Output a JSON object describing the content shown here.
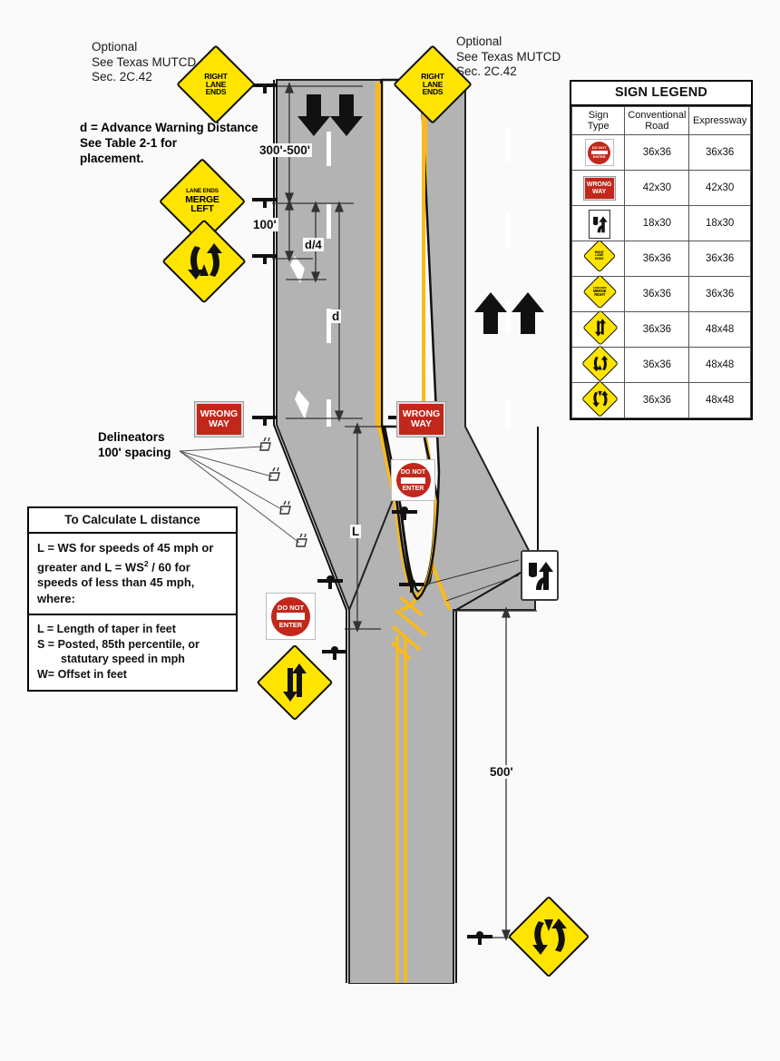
{
  "notes": {
    "optional_left": "Optional\nSee Texas MUTCD\nSec. 2C.42",
    "optional_right": "Optional\nSee Texas MUTCD\nSec. 2C.42",
    "advance_warning": "d = Advance Warning Distance\n    See Table 2-1 for\n    placement.",
    "delineators": "Delineators\n100' spacing"
  },
  "dimensions": {
    "d300_500": "300'-500'",
    "d100": "100'",
    "d_quarter": "d/4",
    "d": "d",
    "L": "L",
    "d500": "500'"
  },
  "calc_box": {
    "title": "To Calculate L distance",
    "formula_pre": "L = WS for speeds of 45 mph or greater and L = WS",
    "formula_sup": "2",
    "formula_post": " / 60 for speeds of less than 45 mph, where:",
    "defs": [
      "L = Length of taper in feet",
      "S = Posted, 85th percentile, or",
      "statutary speed in mph",
      "W= Offset in feet"
    ]
  },
  "legend": {
    "title": "SIGN LEGEND",
    "headers": [
      "Sign\nType",
      "Conventional\nRoad",
      "Expressway"
    ],
    "header_type_l1": "Sign",
    "header_type_l2": "Type",
    "header_conv_l1": "Conventional",
    "header_conv_l2": "Road",
    "header_expw": "Expressway",
    "rows": [
      {
        "icon": "do-not-enter-sign",
        "conventional": "36x36",
        "expressway": "36x36"
      },
      {
        "icon": "wrong-way-sign",
        "conventional": "42x30",
        "expressway": "42x30"
      },
      {
        "icon": "keep-right-sign",
        "conventional": "18x30",
        "expressway": "18x30"
      },
      {
        "icon": "right-lane-ends-sign",
        "conventional": "36x36",
        "expressway": "36x36"
      },
      {
        "icon": "lane-ends-merge-right-sign",
        "conventional": "36x36",
        "expressway": "36x36"
      },
      {
        "icon": "two-way-traffic-sign",
        "conventional": "36x36",
        "expressway": "48x48"
      },
      {
        "icon": "divided-highway-begins-sign",
        "conventional": "36x36",
        "expressway": "48x48"
      },
      {
        "icon": "divided-highway-ends-sign",
        "conventional": "36x36",
        "expressway": "48x48"
      }
    ]
  },
  "signs": {
    "right_lane_ends": {
      "l1": "RIGHT",
      "l2": "LANE",
      "l3": "ENDS"
    },
    "lane_ends_merge_left": {
      "l1": "LANE  ENDS",
      "l2": "MERGE",
      "l3": "LEFT"
    },
    "lane_ends_merge_right": {
      "l1": "LANE  ENDS",
      "l2": "MERGE",
      "l3": "RIGHT"
    },
    "wrong_way": {
      "l1": "WRONG",
      "l2": "WAY"
    },
    "do_not_enter": {
      "l1": "DO NOT",
      "l2": "ENTER"
    }
  },
  "colors": {
    "sign_yellow": "#FFE400",
    "sign_red": "#C1271B",
    "pavement": "#B3B3B3",
    "centerline_yellow": "#FBBA1B",
    "lane_white": "#FFFFFF",
    "ink": "#111111"
  }
}
